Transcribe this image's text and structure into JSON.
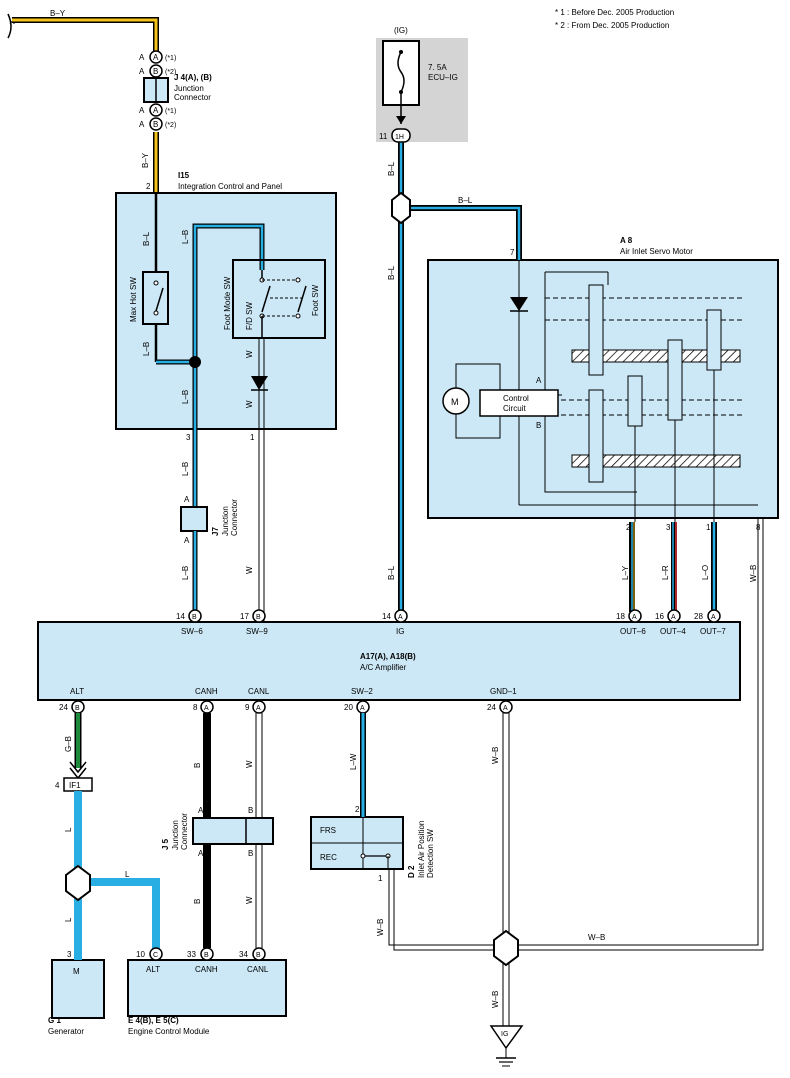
{
  "notes": {
    "note1": "* 1 : Before Dec.  2005 Production",
    "note2": "* 2 : From Dec.  2005 Production"
  },
  "labels": {
    "wire_by_top": "B–Y",
    "wire_by": "B–Y",
    "wire_bl": "B–L",
    "wire_lb": "L–B",
    "wire_w": "W",
    "wire_ly": "L–Y",
    "wire_lr": "L–R",
    "wire_lo": "L–O",
    "wire_wb": "W–B",
    "wire_gb": "G–B",
    "wire_l": "L",
    "wire_b": "B",
    "wire_lw": "L–W",
    "ig_label": "(IG)",
    "fuse_rating": "7. 5A",
    "fuse_name": "ECU–IG",
    "pin_11": "11",
    "pin_1h": "1H",
    "star1": "(*1)",
    "star2": "(*2)",
    "pin_a": "A",
    "pin_b": "B",
    "pin_c": "C",
    "pin_2": "2",
    "pin_3": "3",
    "pin_1": "1",
    "pin_7": "7",
    "pin_8": "8",
    "pin_14": "14",
    "pin_17": "17",
    "pin_18": "18",
    "pin_16": "16",
    "pin_28": "28",
    "pin_24": "24",
    "pin_9": "9",
    "pin_20": "20",
    "pin_4": "4",
    "pin_10": "10",
    "pin_33": "33",
    "pin_34": "34"
  },
  "j4": {
    "id": "J 4(A), (B)",
    "line1": "Junction",
    "line2": "Connector"
  },
  "i15": {
    "id": "I15",
    "name": "Integration Control and Panel",
    "max_hot": "Max Hot SW",
    "foot_mode": "Foot Mode SW",
    "fd_sw": "F/D SW",
    "foot_sw": "Foot SW"
  },
  "j7": {
    "id": "J7",
    "line1": "Junction",
    "line2": "Connector"
  },
  "a8": {
    "id": "A 8",
    "name": "Air Inlet Servo Motor",
    "motor": "M",
    "ctrl1": "Control",
    "ctrl2": "Circuit",
    "a": "A",
    "b": "B"
  },
  "amp": {
    "id": "A17(A), A18(B)",
    "name": "A/C Amplifier",
    "sw6": "SW–6",
    "sw9": "SW–9",
    "ig": "IG",
    "out6": "OUT–6",
    "out4": "OUT–4",
    "out7": "OUT–7",
    "alt": "ALT",
    "canh": "CANH",
    "canl": "CANL",
    "sw2": "SW–2",
    "gnd1": "GND–1"
  },
  "if1": "IF1",
  "j5": {
    "id": "J 5",
    "line1": "Junction",
    "line2": "Connector"
  },
  "d2": {
    "id": "D 2",
    "line1": "Inlet Air Position",
    "line2": "Detection SW",
    "frs": "FRS",
    "rec": "REC"
  },
  "g1": {
    "id": "G 1",
    "name": "Generator",
    "m": "M"
  },
  "ecm": {
    "id": "E 4(B), E 5(C)",
    "name": "Engine Control Module",
    "alt": "ALT",
    "canh": "CANH",
    "canl": "CANL"
  },
  "ground": "IG",
  "colors": {
    "box": "#cce8f6",
    "blue": "#29aee4",
    "yellow": "#f5c31a",
    "green": "#1e8a3c",
    "red": "#e2343b",
    "shade": "#d4d4d4"
  }
}
